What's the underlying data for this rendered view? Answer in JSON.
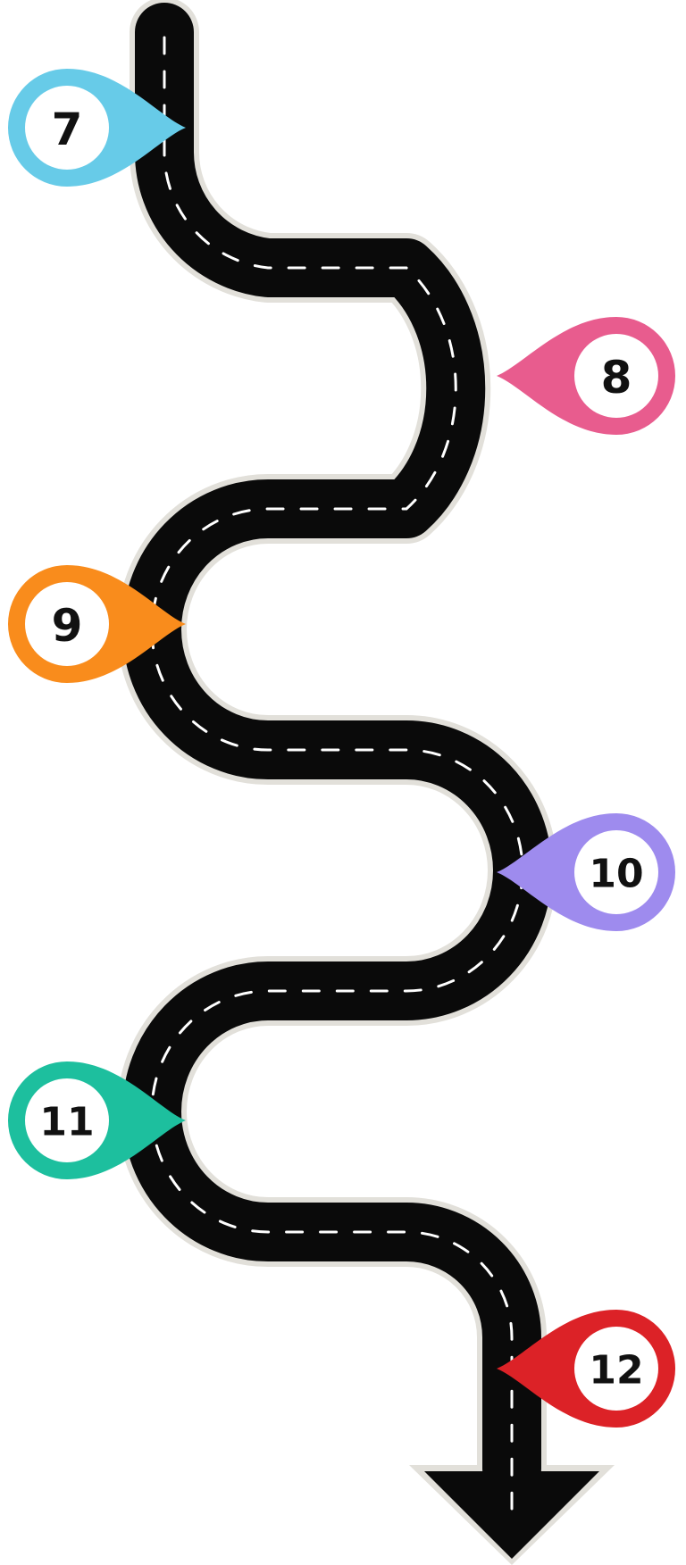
{
  "markers": [
    {
      "number": "7",
      "color": "#67cbe8",
      "side": "left"
    },
    {
      "number": "8",
      "color": "#e85c8e",
      "side": "right"
    },
    {
      "number": "9",
      "color": "#f98c1c",
      "side": "left"
    },
    {
      "number": "10",
      "color": "#9e8bee",
      "side": "right"
    },
    {
      "number": "11",
      "color": "#1dbf9e",
      "side": "left"
    },
    {
      "number": "12",
      "color": "#dc2227",
      "side": "right"
    }
  ],
  "colors": {
    "road": "#0a0a0a",
    "road_edge": "#e2e0da",
    "lane_marking": "#ffffff",
    "background": "#ffffff"
  }
}
